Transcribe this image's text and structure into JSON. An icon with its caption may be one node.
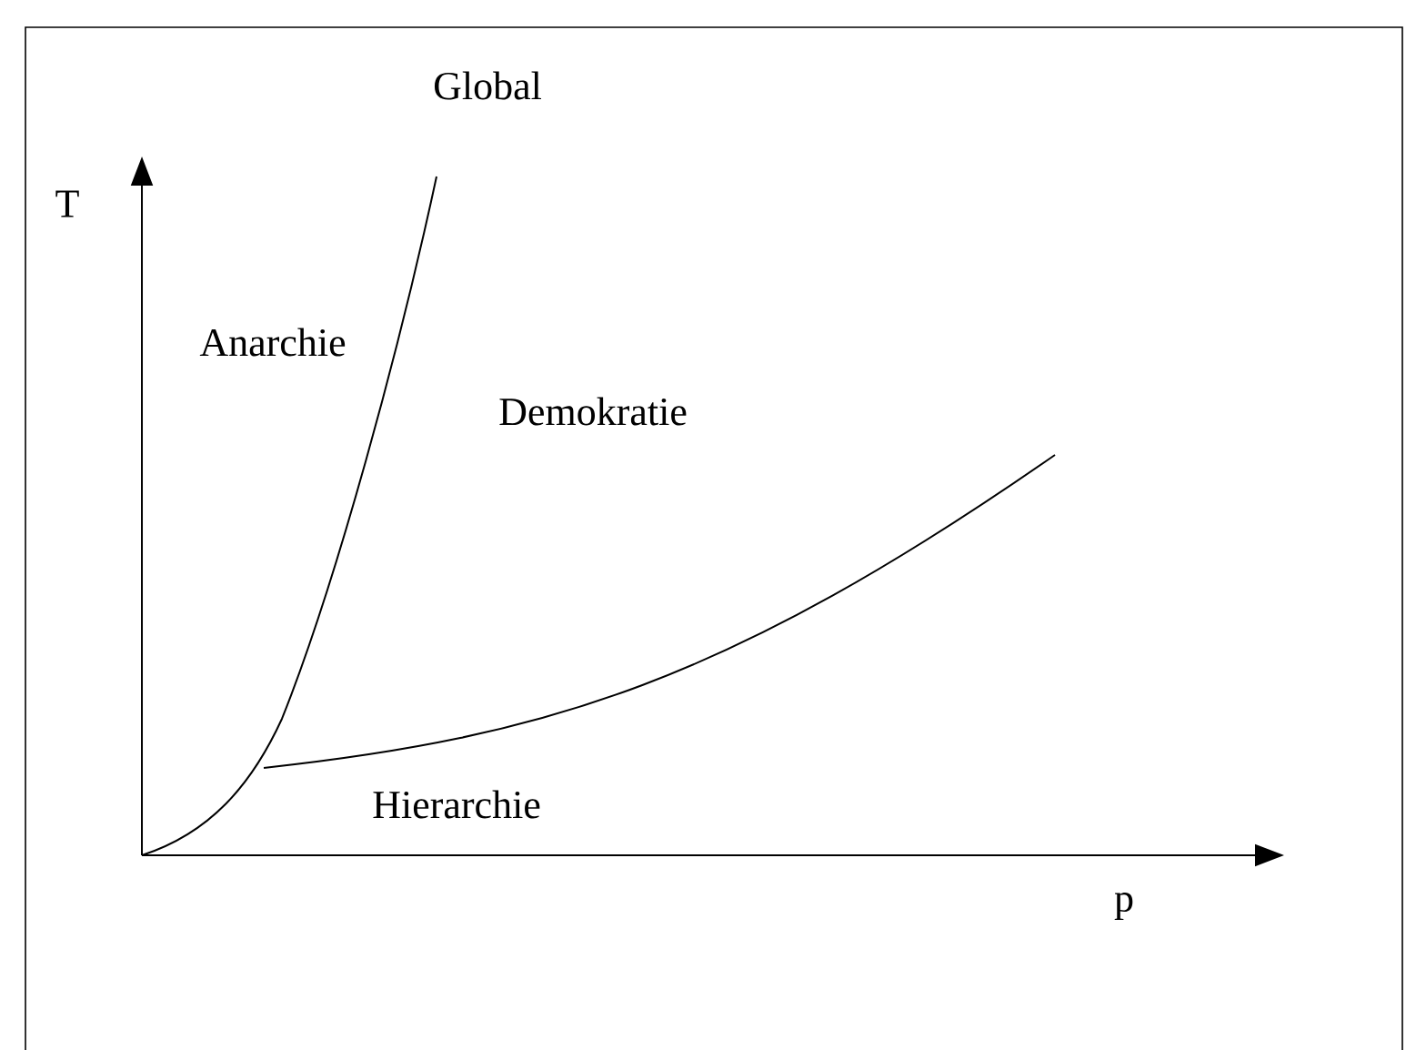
{
  "diagram": {
    "labels": [
      "Global",
      "T",
      "Anarchie",
      "Demokratie",
      "Hierarchie",
      "p"
    ]
  }
}
